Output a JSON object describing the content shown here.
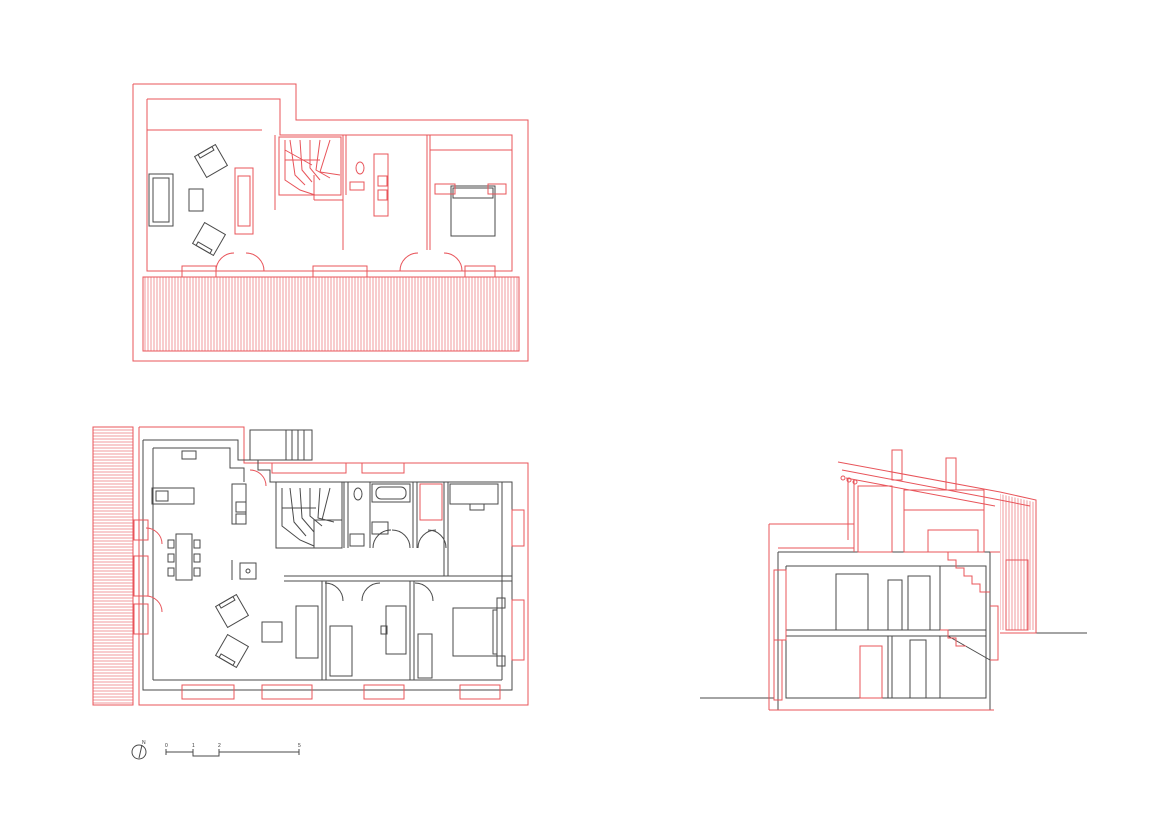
{
  "colors": {
    "new": "#e8545a",
    "existing": "#4a4a4a",
    "background": "#ffffff"
  },
  "north_arrow": {
    "label": "N"
  },
  "scale_bar": {
    "ticks": [
      "0",
      "1",
      "2",
      "5"
    ]
  }
}
